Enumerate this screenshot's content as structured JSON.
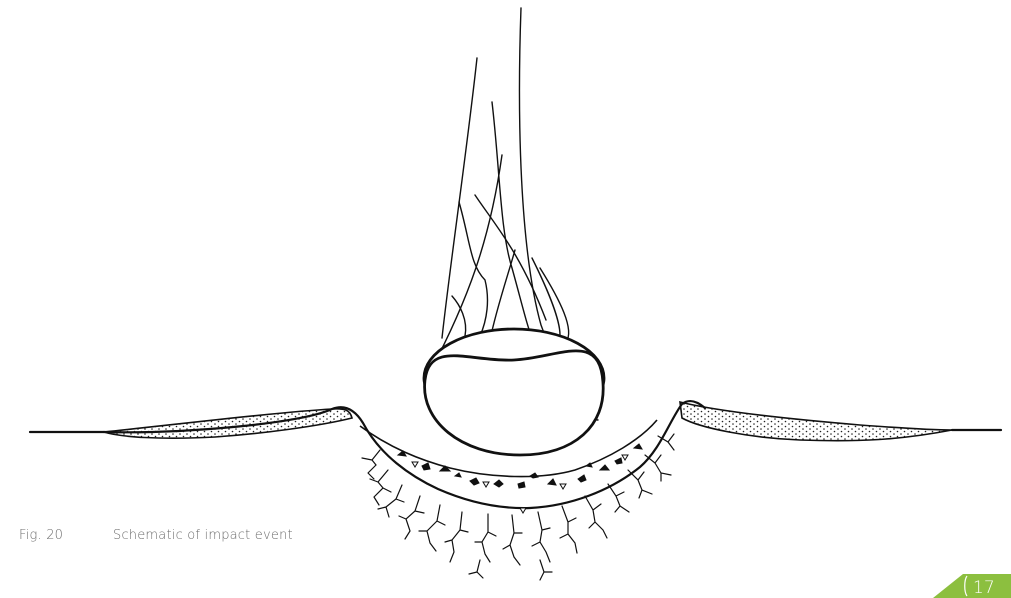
{
  "figure": {
    "number_label": "Fig. 20",
    "caption": "Schematic of impact event"
  },
  "page": {
    "number": "17"
  },
  "colors": {
    "ink": "#111111",
    "caption": "#6b6b6b",
    "page_tab": "#8cbf3f"
  }
}
